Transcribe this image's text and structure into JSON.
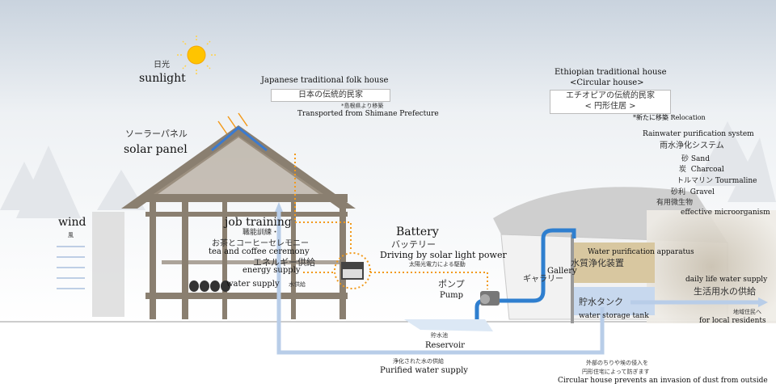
{
  "sunlight": {
    "ja": "日光",
    "en": "sunlight"
  },
  "japanese_house": {
    "en": "Japanese traditional folk house",
    "ja": "日本の伝統的民家",
    "note_ja": "*島根県より移築",
    "note_en": "Transported from Shimane Prefecture"
  },
  "solar_panel": {
    "ja": "ソーラーパネル",
    "en": "solar panel"
  },
  "wind": {
    "en": "wind",
    "ja": "風"
  },
  "job_training": {
    "en": "job training",
    "ja": "職能訓練・"
  },
  "tea": {
    "ja": "お茶とコーヒーセレモニー",
    "en": "tea and coffee ceremony"
  },
  "energy": {
    "ja": "エネルギー供給",
    "en": "energy supply"
  },
  "water_supply": {
    "en": "water supply",
    "ja": "水供給"
  },
  "battery": {
    "en": "Battery",
    "ja": "バッテリー",
    "drive_en": "Driving by solar light power",
    "drive_ja": "太陽光電力による駆動"
  },
  "pump": {
    "ja": "ポンプ",
    "en": "Pump"
  },
  "ethiopian_house": {
    "en": "Ethiopian traditional house",
    "en2": "<Circular house>",
    "ja": "エチオピアの伝統的民家",
    "ja2": "< 円形住居 >",
    "note": "*新たに移築 Relocation"
  },
  "rainwater": {
    "en": "Rainwater purification system",
    "ja": "雨水浄化システム",
    "layers": [
      {
        "ja": "砂",
        "en": "Sand"
      },
      {
        "ja": "炭",
        "en": "Charcoal"
      },
      {
        "ja": "トルマリン",
        "en": "Tourmaline"
      },
      {
        "ja": "砂利",
        "en": "Gravel"
      }
    ],
    "micro_ja": "有用微生物",
    "micro_en": "effective microorganism"
  },
  "apparatus": {
    "en": "Water purification apparatus",
    "ja": "水質浄化装置"
  },
  "gallery": {
    "en": "Gallery",
    "ja": "ギャラリー"
  },
  "daily": {
    "en": "daily life water supply",
    "ja": "生活用水の供給"
  },
  "tank": {
    "ja": "貯水タンク",
    "en": "water storage tank"
  },
  "residents": {
    "ja": "地域住民へ",
    "en": "for local residents"
  },
  "reservoir": {
    "ja": "貯水池",
    "en": "Reservoir"
  },
  "purified": {
    "ja": "浄化された水の供給",
    "en": "Purified water supply"
  },
  "dust": {
    "ja1": "外部のちりや埃の侵入を",
    "ja2": "円形住宅によって防ぎます",
    "en": "Circular house prevents an invasion of dust from outside"
  },
  "colors": {
    "pipe": "#2f7fcf",
    "pipe_light": "#b8cde8",
    "orange": "#f29a1c",
    "wood": "#8a7f70"
  }
}
